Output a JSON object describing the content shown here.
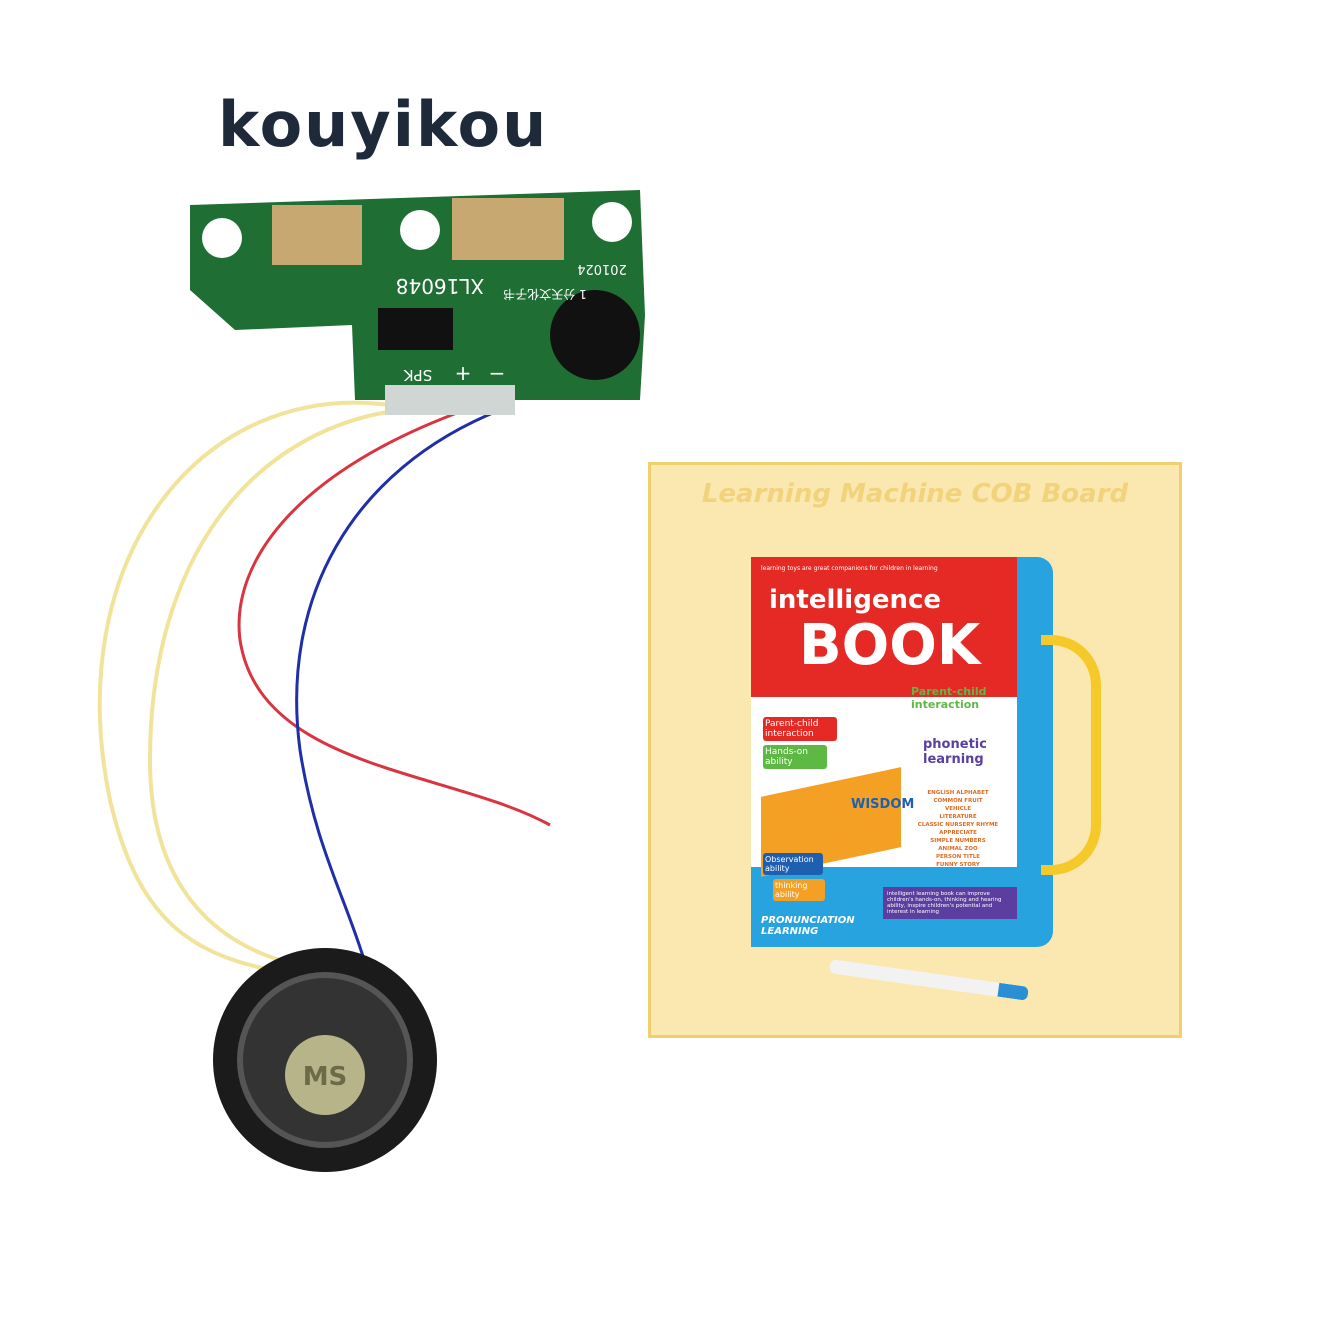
{
  "brand": {
    "logo": "kouyikou"
  },
  "pcb": {
    "model": "XL16048",
    "date_code": "201024",
    "chinese_mark": "1 分天文化子书",
    "label_spk": "SPK",
    "label_plus": "+",
    "label_minus": "−"
  },
  "speaker": {
    "label": "MS"
  },
  "panel": {
    "caption": "Learning Machine COB Board",
    "book": {
      "tagline": "learning toys are great companions for children in learning",
      "title_top": "intelligence",
      "title_main": "BOOK",
      "badges": [
        "Parent-child interaction",
        "Hands-on ability",
        "Parent-child interaction",
        "phonetic learning",
        "Observation ability",
        "thinking ability"
      ],
      "wisdom": "WISDOM",
      "topics": [
        "ENGLISH ALPHABET",
        "COMMON FRUIT",
        "VEHICLE",
        "LITERATURE",
        "CLASSIC NURSERY RHYME",
        "APPRECIATE",
        "SIMPLE NUMBERS",
        "ANIMAL ZOO",
        "PERSON TITLE",
        "FUNNY STORY"
      ],
      "pronunciation": "PRONUNCIATION LEARNING",
      "description": "intelligent learning book can improve children's hands-on, thinking and hearing ability, inspire children's potential and interest in learning"
    }
  }
}
